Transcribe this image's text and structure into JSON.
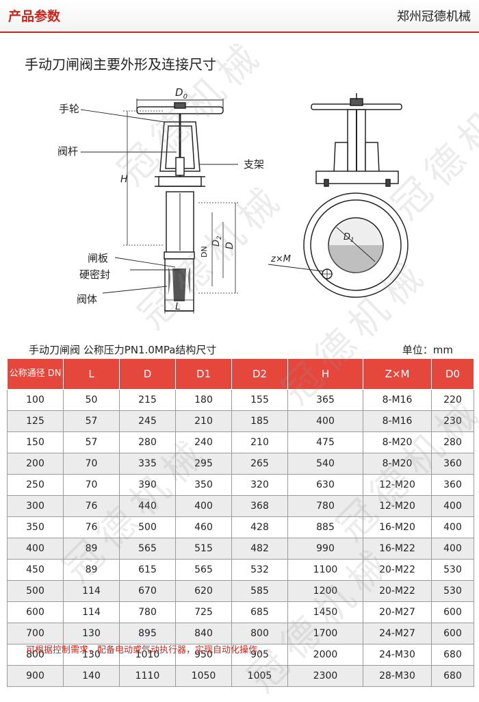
{
  "header": {
    "left_title": "产品参数",
    "right_title": "郑州冠德机械"
  },
  "diagram": {
    "title": "手动刀闸阀主要外形及连接尺寸",
    "labels": {
      "handwheel": "手轮",
      "stem": "阀杆",
      "bracket": "支架",
      "gate": "闸板",
      "hard_seal": "硬密封",
      "body": "阀体"
    },
    "dims": {
      "d0": "D",
      "d0_sub": "0",
      "h": "H",
      "dn": "DN",
      "d2": "D",
      "d2_sub": "2",
      "d": "D",
      "l": "L",
      "d1": "D",
      "d1_sub": "1",
      "zm": "z×M"
    }
  },
  "watermark": "冠德机械",
  "table": {
    "caption": "手动刀闸阀  公称压力PN1.0MPa结构尺寸",
    "unit": "单位：mm",
    "headers": [
      "公称通径 DN",
      "L",
      "D",
      "D1",
      "D2",
      "H",
      "Z×M",
      "D0"
    ],
    "rows": [
      [
        "100",
        "50",
        "215",
        "180",
        "155",
        "365",
        "8-M16",
        "220"
      ],
      [
        "125",
        "57",
        "245",
        "210",
        "185",
        "400",
        "8-M16",
        "230"
      ],
      [
        "150",
        "57",
        "280",
        "240",
        "210",
        "475",
        "8-M20",
        "280"
      ],
      [
        "200",
        "70",
        "335",
        "295",
        "265",
        "540",
        "8-M20",
        "360"
      ],
      [
        "250",
        "70",
        "390",
        "350",
        "320",
        "630",
        "12-M20",
        "360"
      ],
      [
        "300",
        "76",
        "440",
        "400",
        "368",
        "780",
        "12-M20",
        "400"
      ],
      [
        "350",
        "76",
        "500",
        "460",
        "428",
        "885",
        "16-M20",
        "400"
      ],
      [
        "400",
        "89",
        "565",
        "515",
        "482",
        "990",
        "16-M22",
        "400"
      ],
      [
        "450",
        "89",
        "615",
        "565",
        "532",
        "1100",
        "20-M22",
        "530"
      ],
      [
        "500",
        "114",
        "670",
        "620",
        "585",
        "1200",
        "20-M22",
        "530"
      ],
      [
        "600",
        "114",
        "780",
        "725",
        "685",
        "1450",
        "20-M27",
        "600"
      ],
      [
        "700",
        "130",
        "895",
        "840",
        "800",
        "1700",
        "24-M27",
        "600"
      ],
      [
        "800",
        "130",
        "1010",
        "950",
        "905",
        "2000",
        "24-M30",
        "680"
      ],
      [
        "900",
        "140",
        "1110",
        "1050",
        "1005",
        "2300",
        "28-M30",
        "680"
      ]
    ]
  },
  "footnote": "可根据控制需求，配备电动或气动执行器，实现自动化操作。",
  "colors": {
    "accent": "#c9251c",
    "table_header": "#e5473d"
  }
}
